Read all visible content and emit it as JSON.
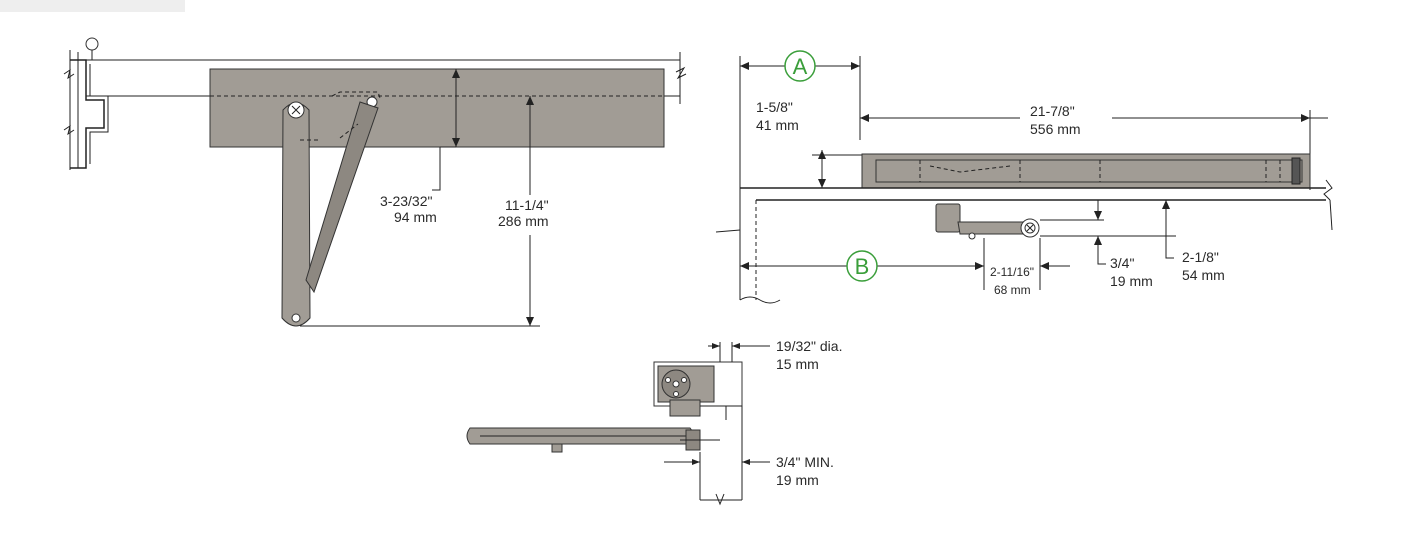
{
  "diagram": {
    "labels": {
      "top_depth_in": "3-23/32\"",
      "top_depth_mm": "94 mm",
      "arm_length_in": "11-1/4\"",
      "arm_length_mm": "286 mm",
      "offset_a_in": "1-5/8\"",
      "offset_a_mm": "41 mm",
      "body_length_in": "21-7/8\"",
      "body_length_mm": "556 mm",
      "shoe_in": "2-11/16\"",
      "shoe_mm": "68 mm",
      "drop_small_in": "3/4\"",
      "drop_small_mm": "19 mm",
      "drop_large_in": "2-1/8\"",
      "drop_large_mm": "54 mm",
      "hole_dia_in": "19/32\" dia.",
      "hole_dia_mm": "15 mm",
      "min_in": "3/4\" MIN.",
      "min_mm": "19 mm",
      "circle_a": "A",
      "circle_b": "B"
    },
    "colors": {
      "body_gray": "#a19c95",
      "callout_green": "#3a9e3a",
      "line": "#222222"
    }
  }
}
